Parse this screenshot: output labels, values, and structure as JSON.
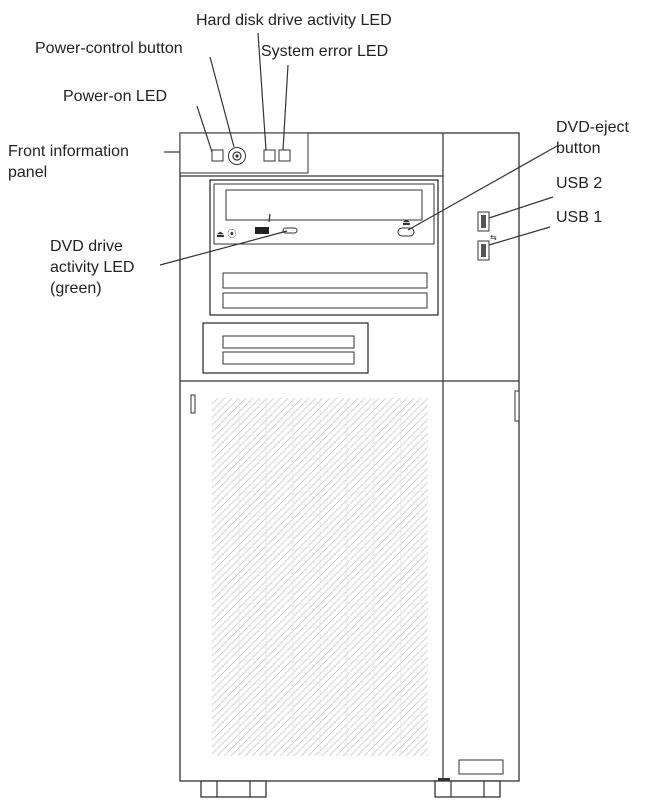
{
  "callouts": {
    "hdd_led": "Hard disk drive activity LED",
    "power_control": "Power-control button",
    "system_error": "System error LED",
    "power_on": "Power-on LED",
    "front_panel_line1": "Front information",
    "front_panel_line2": "panel",
    "dvd_eject_line1": "DVD-eject",
    "dvd_eject_line2": "button",
    "usb2": "USB 2",
    "usb1": "USB 1",
    "dvd_led_line1": "DVD drive",
    "dvd_led_line2": "activity LED",
    "dvd_led_line3": "(green)"
  }
}
